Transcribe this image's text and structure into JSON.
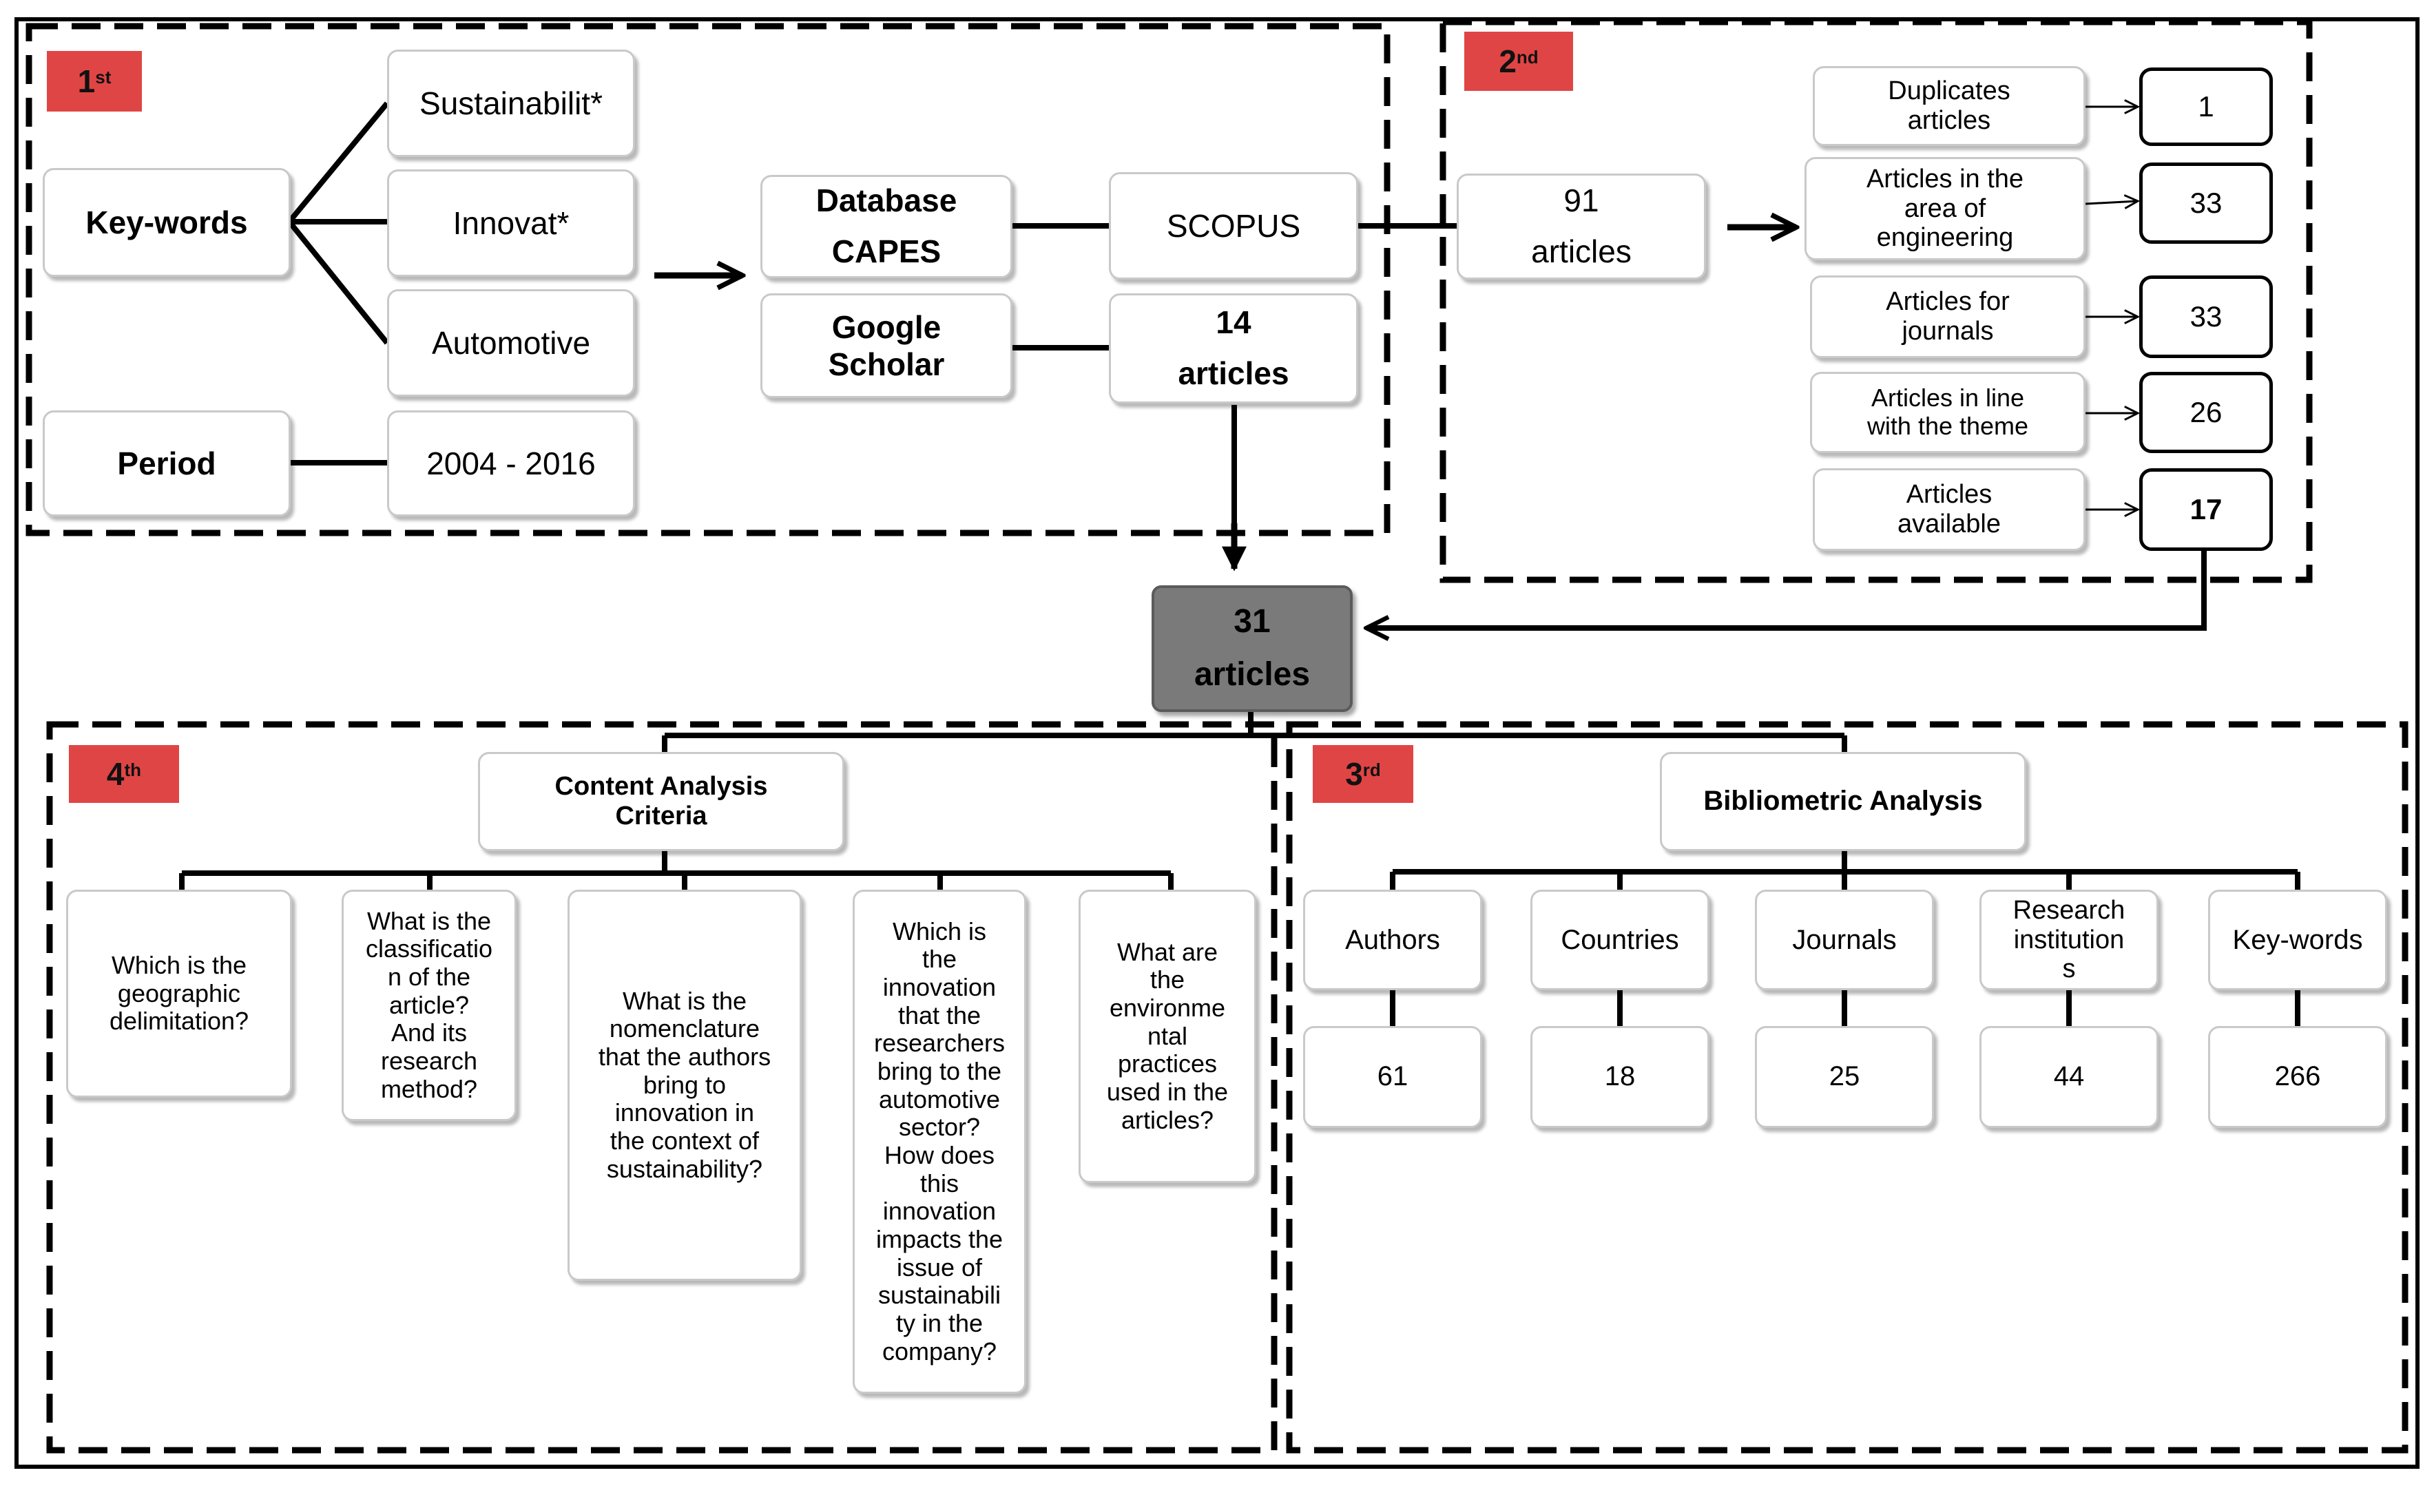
{
  "stages": {
    "first": {
      "num": "1",
      "suffix": "st"
    },
    "second": {
      "num": "2",
      "suffix": "nd"
    },
    "third": {
      "num": "3",
      "suffix": "rd"
    },
    "fourth": {
      "num": "4",
      "suffix": "th"
    }
  },
  "stage1": {
    "keywords_label": "Key-words",
    "keyword_terms": [
      "Sustainabilit*",
      "Innovat*",
      "Automotive"
    ],
    "period_label": "Period",
    "period_value": "2004 - 2016",
    "database_label": "Database\nCAPES",
    "google_label": "Google\nScholar",
    "scopus_label": "SCOPUS",
    "google_result": "14\narticles"
  },
  "stage2": {
    "input": "91\narticles",
    "filters": [
      {
        "label": "Duplicates\narticles",
        "value": "1"
      },
      {
        "label": "Articles in the\narea of\nengineering",
        "value": "33"
      },
      {
        "label": "Articles for\njournals",
        "value": "33"
      },
      {
        "label": "Articles in line\nwith the theme",
        "value": "26"
      },
      {
        "label": "Articles\navailable",
        "value": "17"
      }
    ]
  },
  "result": "31\narticles",
  "stage4": {
    "title": "Content Analysis\nCriteria",
    "questions": [
      "Which is the\ngeographic\ndelimitation?",
      "What is the\nclassificatio\nn of the\narticle?\nAnd its\nresearch\nmethod?",
      "What is the\nnomenclature\nthat the authors\nbring to\ninnovation in\nthe context of\nsustainability?",
      "Which is\nthe\ninnovation\nthat the\nresearchers\nbring to the\nautomotive\nsector?\nHow does\nthis\ninnovation\nimpacts the\nissue of\nsustainabili\nty in the\ncompany?",
      "What are\nthe\nenvironme\nntal\npractices\nused in the\narticles?"
    ]
  },
  "stage3": {
    "title": "Bibliometric Analysis",
    "categories": [
      {
        "label": "Authors",
        "value": "61"
      },
      {
        "label": "Countries",
        "value": "18"
      },
      {
        "label": "Journals",
        "value": "25"
      },
      {
        "label": "Research\ninstitution\ns",
        "value": "44"
      },
      {
        "label": "Key-words",
        "value": "266"
      }
    ]
  },
  "colors": {
    "stage_badge": "#e04545",
    "result_box": "#7a7a7a"
  }
}
